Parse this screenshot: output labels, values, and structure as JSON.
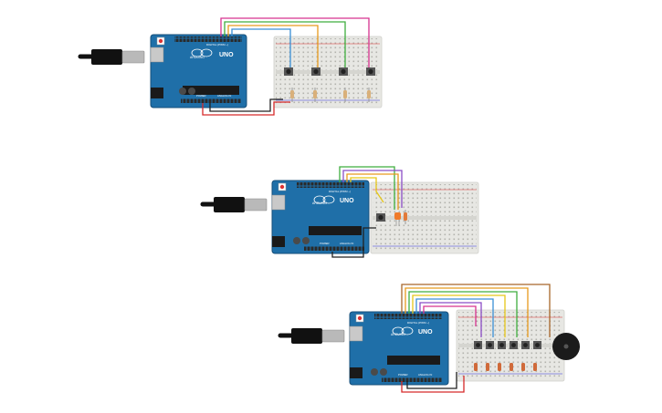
{
  "colors": {
    "board": "#1f6fa8",
    "board_edge": "#174f7a",
    "breadboard": "#e7e7e3",
    "usb": "#b9b9b9",
    "wires": {
      "pink": "#d6338f",
      "green": "#3fae3f",
      "orange": "#e79a1d",
      "blue": "#3a8fd6",
      "purple": "#8b4dc7",
      "yellow": "#e6c619",
      "brown": "#a8662a",
      "red": "#d62a2a",
      "black": "#222222"
    }
  },
  "board_labels": {
    "model": "UNO",
    "brand": "ARDUINO",
    "digital": "DIGITAL (PWM ~)",
    "power": "POWER",
    "analog": "ANALOG IN"
  },
  "circuits": [
    {
      "id": "circuit-1",
      "buttons": 4,
      "resistors": 4,
      "leds": 0,
      "buzzer": false
    },
    {
      "id": "circuit-2",
      "buttons": 1,
      "resistors": 1,
      "leds": 1,
      "buzzer": false
    },
    {
      "id": "circuit-3",
      "buttons": 6,
      "resistors": 6,
      "leds": 0,
      "buzzer": true
    }
  ]
}
